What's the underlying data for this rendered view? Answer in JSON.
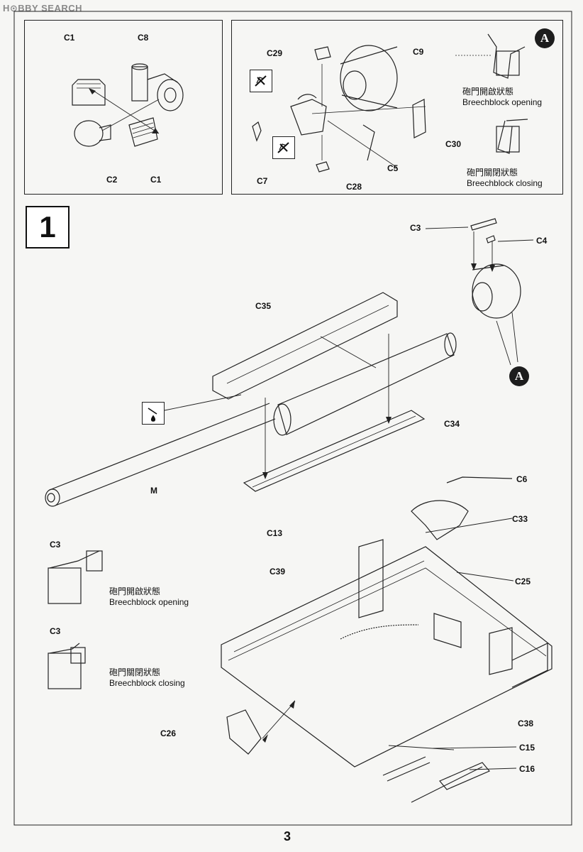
{
  "watermark": "H⊙BBY SEARCH",
  "page_number": "3",
  "step": "1",
  "subassembly_marker": "A",
  "panel_left_labels": {
    "c1_top": "C1",
    "c8": "C8",
    "c2": "C2",
    "c1_bottom": "C1"
  },
  "panel_right_labels": {
    "c29": "C29",
    "c9": "C9",
    "c30": "C30",
    "c5": "C5",
    "c7": "C7",
    "c28": "C28"
  },
  "breech_states": {
    "opening_zh": "砲門開啟狀態",
    "opening_en": "Breechblock opening",
    "closing_zh": "砲門關閉狀態",
    "closing_en": "Breechblock closing"
  },
  "main_labels": {
    "c3": "C3",
    "c4": "C4",
    "c35": "C35",
    "c34": "C34",
    "m": "M",
    "c13": "C13",
    "c6": "C6",
    "c33": "C33",
    "c39": "C39",
    "c25": "C25",
    "c38": "C38",
    "c26": "C26",
    "c15": "C15",
    "c16": "C16"
  },
  "inset_labels": {
    "c3_open": "C3",
    "c3_closed": "C3"
  },
  "icons": [
    "do-not-glue-icon",
    "apply-glue-icon",
    "subassembly-a-marker"
  ]
}
